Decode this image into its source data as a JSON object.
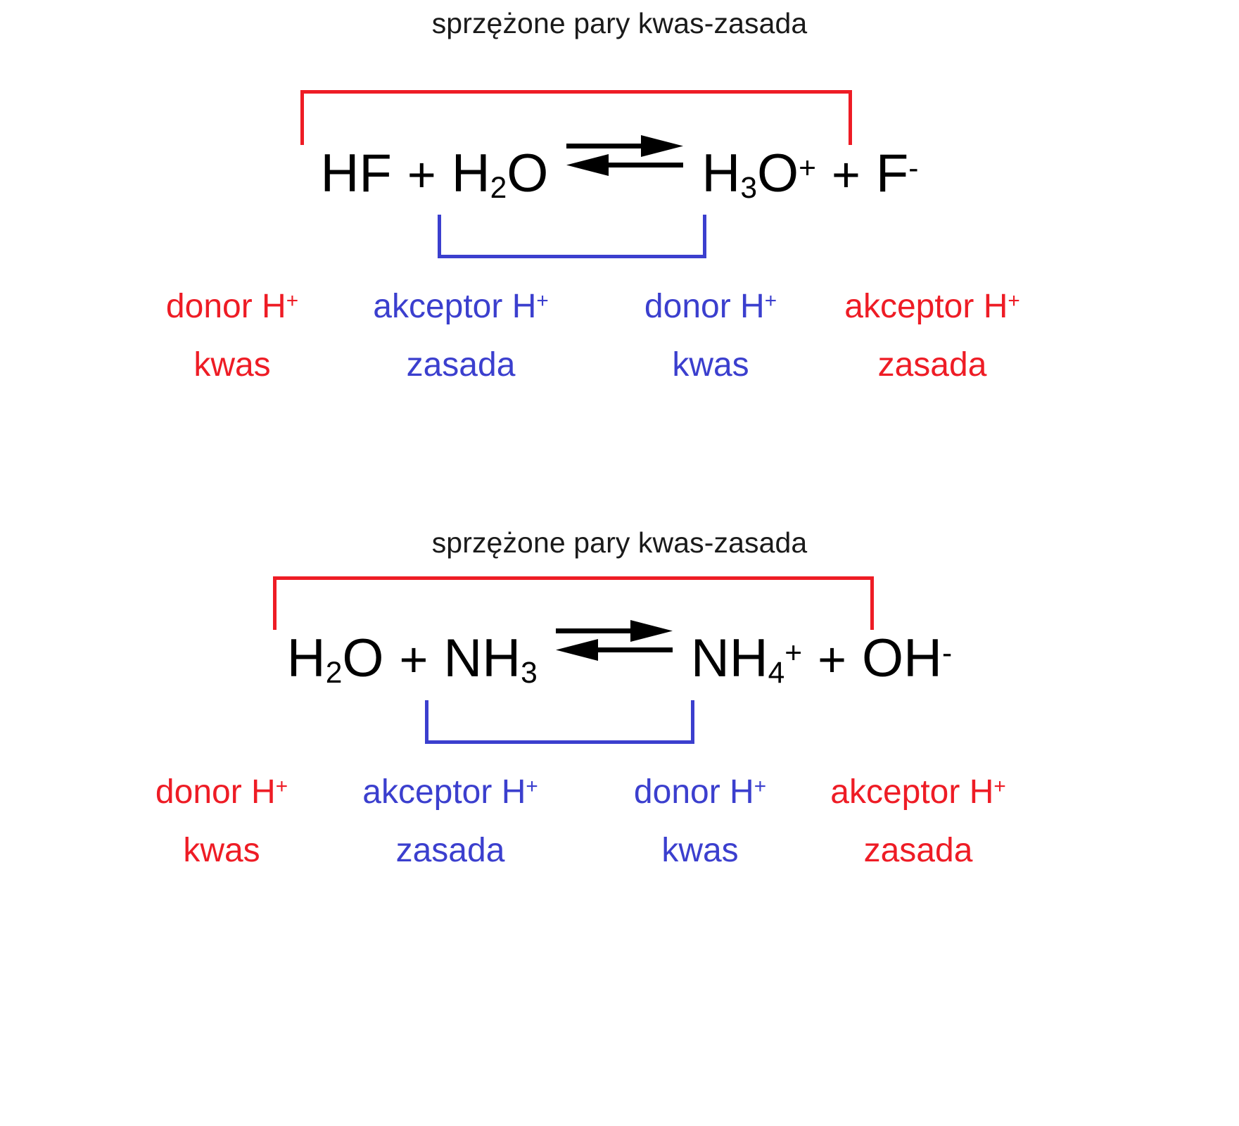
{
  "schemes": [
    {
      "title": "sprzężone pary kwas-zasada",
      "equation": {
        "reactant1": {
          "formula": "HF",
          "base": "HF",
          "sub": "",
          "sup": ""
        },
        "plus1": "+",
        "reactant2": {
          "base": "H",
          "sub": "2",
          "tail": "O",
          "sup": ""
        },
        "arrow": "equilibrium-arrows",
        "product1": {
          "base": "H",
          "sub": "3",
          "tail": "O",
          "sup": "+"
        },
        "plus2": "+",
        "product2": {
          "base": "F",
          "sub": "",
          "tail": "",
          "sup": "-"
        }
      },
      "labels": [
        {
          "role": "donor H",
          "charge": "+",
          "name": "kwas",
          "color": "#ee1c25"
        },
        {
          "role": "akceptor H",
          "charge": "+",
          "name": "zasada",
          "color": "#3b3fce"
        },
        {
          "role": "donor H",
          "charge": "+",
          "name": "kwas",
          "color": "#3b3fce"
        },
        {
          "role": "akceptor H",
          "charge": "+",
          "name": "zasada",
          "color": "#ee1c25"
        }
      ],
      "bracket_colors": {
        "outer": "#ee1c25",
        "inner": "#3b3fce"
      }
    },
    {
      "title": "sprzężone pary kwas-zasada",
      "equation": {
        "reactant1": {
          "base": "H",
          "sub": "2",
          "tail": "O",
          "sup": ""
        },
        "plus1": "+",
        "reactant2": {
          "base": "NH",
          "sub": "3",
          "tail": "",
          "sup": ""
        },
        "arrow": "equilibrium-arrows",
        "product1": {
          "base": "NH",
          "sub": "4",
          "tail": "",
          "sup": "+"
        },
        "plus2": "+",
        "product2": {
          "base": "OH",
          "sub": "",
          "tail": "",
          "sup": "-"
        }
      },
      "labels": [
        {
          "role": "donor H",
          "charge": "+",
          "name": "kwas",
          "color": "#ee1c25"
        },
        {
          "role": "akceptor H",
          "charge": "+",
          "name": "zasada",
          "color": "#3b3fce"
        },
        {
          "role": "donor H",
          "charge": "+",
          "name": "kwas",
          "color": "#3b3fce"
        },
        {
          "role": "akceptor H",
          "charge": "+",
          "name": "zasada",
          "color": "#ee1c25"
        }
      ],
      "bracket_colors": {
        "outer": "#ee1c25",
        "inner": "#3b3fce"
      }
    }
  ],
  "colors": {
    "red": "#ee1c25",
    "blue": "#3b3fce",
    "text": "#000000",
    "background": "#ffffff"
  }
}
